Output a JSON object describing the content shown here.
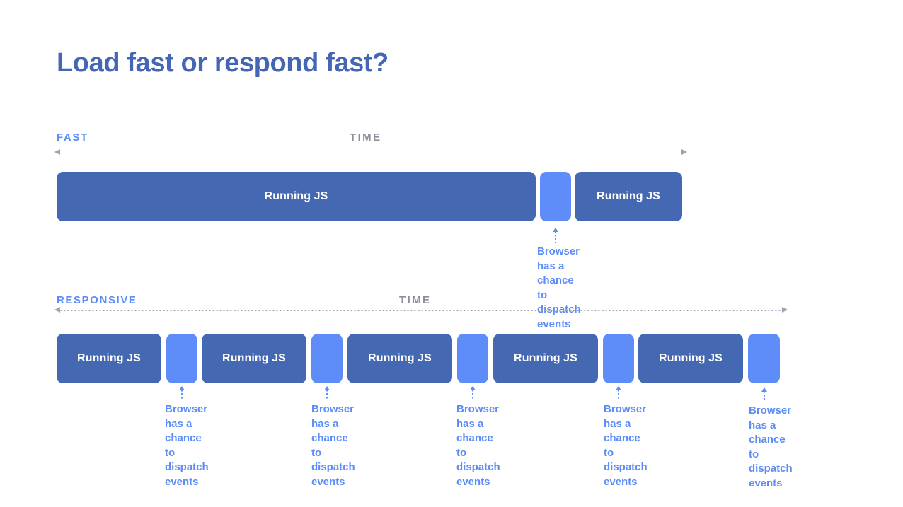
{
  "title": "Load fast or respond fast?",
  "colors": {
    "title": "#4466b4",
    "js_block": "#4568b2",
    "gap_block": "#5e8cf9",
    "annotation": "#5b8cf7",
    "axis": "#9aa3b4",
    "time_label": "#8a8f99",
    "background": "#ffffff"
  },
  "annotation_text": "Browser has a\nchance to\ndispatch events",
  "sections": [
    {
      "id": "fast",
      "label": "FAST",
      "time_label": "TIME",
      "blocks": [
        {
          "type": "js",
          "label": "Running JS"
        },
        {
          "type": "gap",
          "label": ""
        },
        {
          "type": "js",
          "label": "Running JS"
        }
      ],
      "annotations": [
        {
          "text": "Browser has a\nchance to\ndispatch events"
        }
      ]
    },
    {
      "id": "responsive",
      "label": "RESPONSIVE",
      "time_label": "TIME",
      "blocks": [
        {
          "type": "js",
          "label": "Running JS"
        },
        {
          "type": "gap",
          "label": ""
        },
        {
          "type": "js",
          "label": "Running JS"
        },
        {
          "type": "gap",
          "label": ""
        },
        {
          "type": "js",
          "label": "Running JS"
        },
        {
          "type": "gap",
          "label": ""
        },
        {
          "type": "js",
          "label": "Running JS"
        },
        {
          "type": "gap",
          "label": ""
        },
        {
          "type": "js",
          "label": "Running JS"
        },
        {
          "type": "gap",
          "label": ""
        }
      ],
      "annotations": [
        {
          "text": "Browser has a\nchance to\ndispatch events"
        },
        {
          "text": "Browser has a\nchance to\ndispatch events"
        },
        {
          "text": "Browser has a\nchance to\ndispatch events"
        },
        {
          "text": "Browser has a\nchance to\ndispatch events"
        },
        {
          "text": "Browser has a\nchance to\ndispatch events"
        }
      ]
    }
  ]
}
